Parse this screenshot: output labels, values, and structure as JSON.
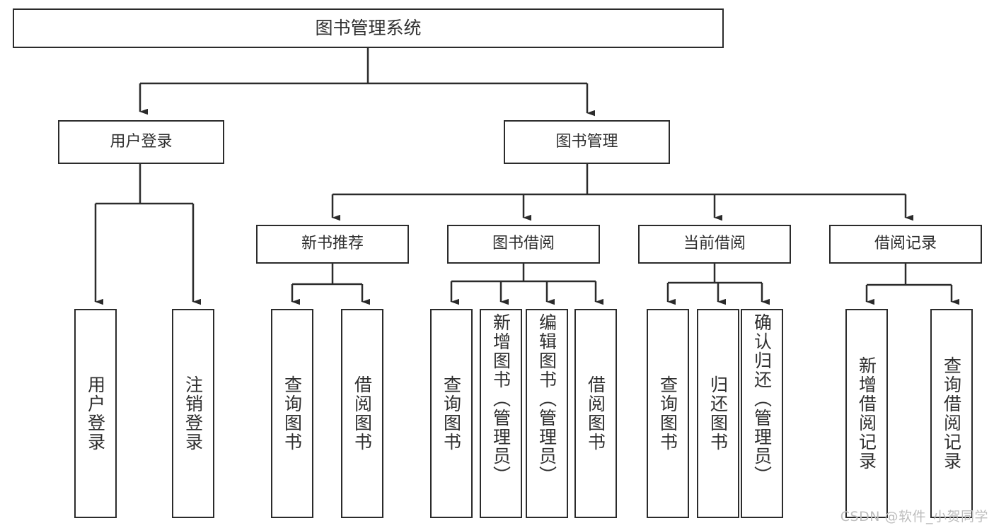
{
  "diagram": {
    "title": "图书管理系统",
    "watermark": "CSDN @软件_小贺同学",
    "line_color": "#2b2b2b",
    "text_color": "#2f2f2f",
    "background": "#ffffff"
  },
  "nodes": {
    "root": {
      "label": "图书管理系统"
    },
    "level2": [
      {
        "id": "user-login",
        "label": "用户登录"
      },
      {
        "id": "book-manage",
        "label": "图书管理"
      }
    ],
    "level3": [
      {
        "id": "new-book-recommend",
        "label": "新书推荐"
      },
      {
        "id": "book-borrow",
        "label": "图书借阅"
      },
      {
        "id": "current-borrow",
        "label": "当前借阅"
      },
      {
        "id": "borrow-record",
        "label": "借阅记录"
      }
    ],
    "leaves": {
      "user_login": [
        {
          "id": "leaf-user-login",
          "label": "用户登录"
        },
        {
          "id": "leaf-logout-login",
          "label": "注销登录"
        }
      ],
      "new_book_recommend": [
        {
          "id": "leaf-query-book-1",
          "label": "查询图书"
        },
        {
          "id": "leaf-borrow-book-1",
          "label": "借阅图书"
        }
      ],
      "book_borrow": [
        {
          "id": "leaf-query-book-2",
          "label": "查询图书"
        },
        {
          "id": "leaf-add-book",
          "label": "新增图书（管理员）"
        },
        {
          "id": "leaf-edit-book",
          "label": "编辑图书（管理员）"
        },
        {
          "id": "leaf-borrow-book-2",
          "label": "借阅图书"
        }
      ],
      "current_borrow": [
        {
          "id": "leaf-query-book-3",
          "label": "查询图书"
        },
        {
          "id": "leaf-return-book",
          "label": "归还图书"
        },
        {
          "id": "leaf-confirm-return",
          "label": "确认归还（管理员）"
        }
      ],
      "borrow_record": [
        {
          "id": "leaf-add-record",
          "label": "新增借阅记录"
        },
        {
          "id": "leaf-query-record",
          "label": "查询借阅记录"
        }
      ]
    }
  }
}
